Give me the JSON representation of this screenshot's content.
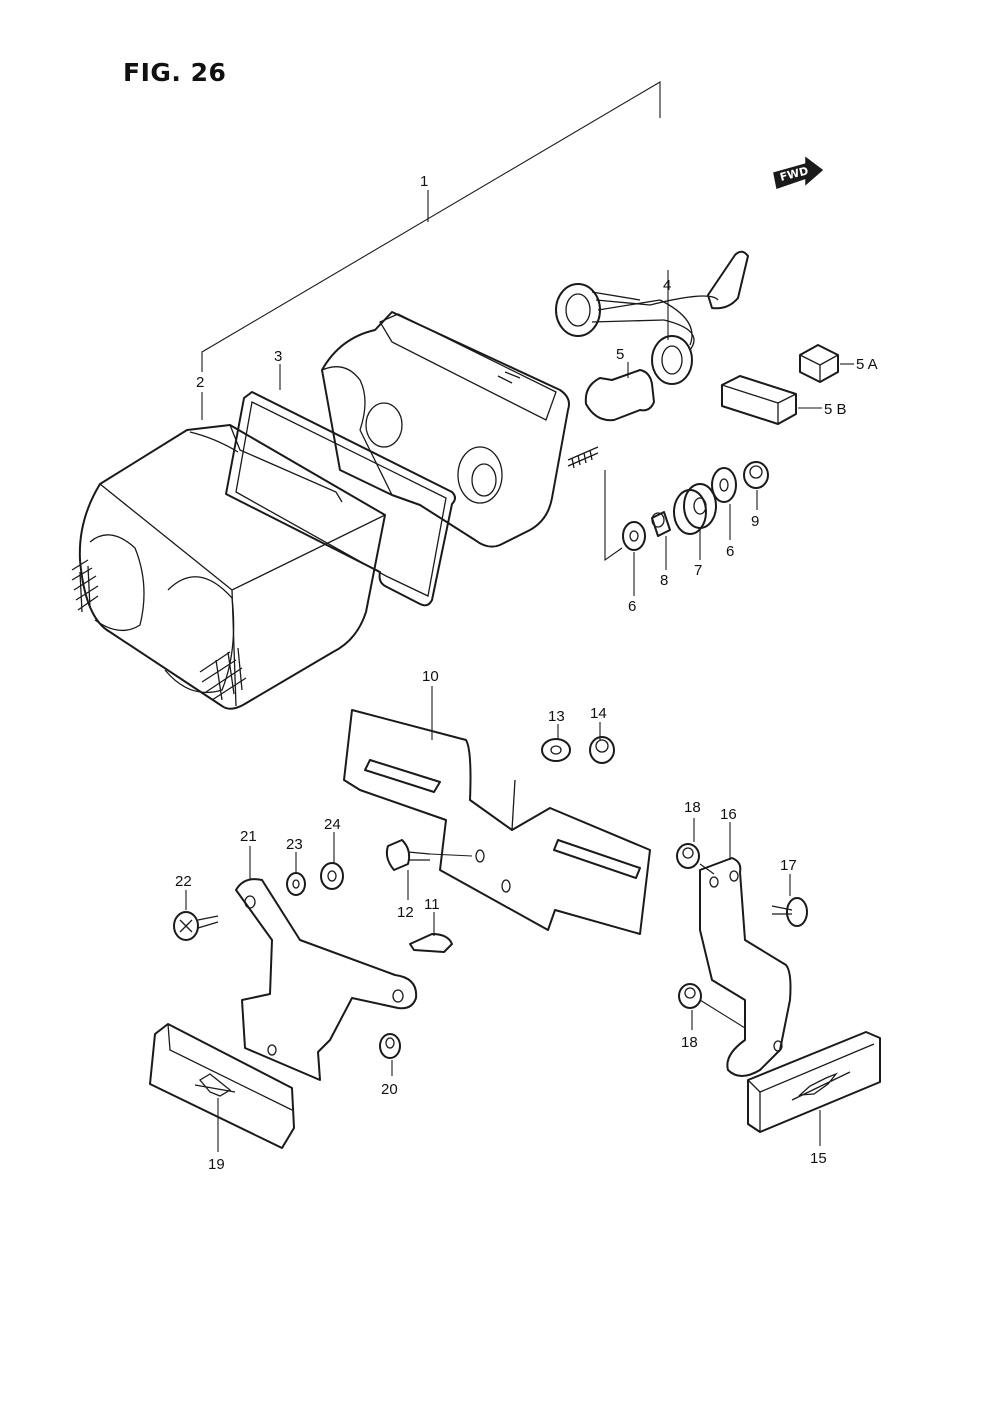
{
  "figure": {
    "title": "FIG. 26"
  },
  "direction_badge": {
    "label": "FWD",
    "icon": "forward-arrow-icon"
  },
  "callouts": [
    {
      "id": "1",
      "label": "1"
    },
    {
      "id": "2",
      "label": "2"
    },
    {
      "id": "3",
      "label": "3"
    },
    {
      "id": "4",
      "label": "4"
    },
    {
      "id": "5",
      "label": "5"
    },
    {
      "id": "5a",
      "label": "5 A"
    },
    {
      "id": "5b",
      "label": "5 B"
    },
    {
      "id": "6a",
      "label": "6"
    },
    {
      "id": "6b",
      "label": "6"
    },
    {
      "id": "7",
      "label": "7"
    },
    {
      "id": "8",
      "label": "8"
    },
    {
      "id": "9",
      "label": "9"
    },
    {
      "id": "10",
      "label": "10"
    },
    {
      "id": "11",
      "label": "11"
    },
    {
      "id": "12",
      "label": "12"
    },
    {
      "id": "13",
      "label": "13"
    },
    {
      "id": "14",
      "label": "14"
    },
    {
      "id": "15",
      "label": "15"
    },
    {
      "id": "16",
      "label": "16"
    },
    {
      "id": "17",
      "label": "17"
    },
    {
      "id": "18a",
      "label": "18"
    },
    {
      "id": "18b",
      "label": "18"
    },
    {
      "id": "19",
      "label": "19"
    },
    {
      "id": "20",
      "label": "20"
    },
    {
      "id": "21",
      "label": "21"
    },
    {
      "id": "22",
      "label": "22"
    },
    {
      "id": "23",
      "label": "23"
    },
    {
      "id": "24",
      "label": "24"
    }
  ]
}
